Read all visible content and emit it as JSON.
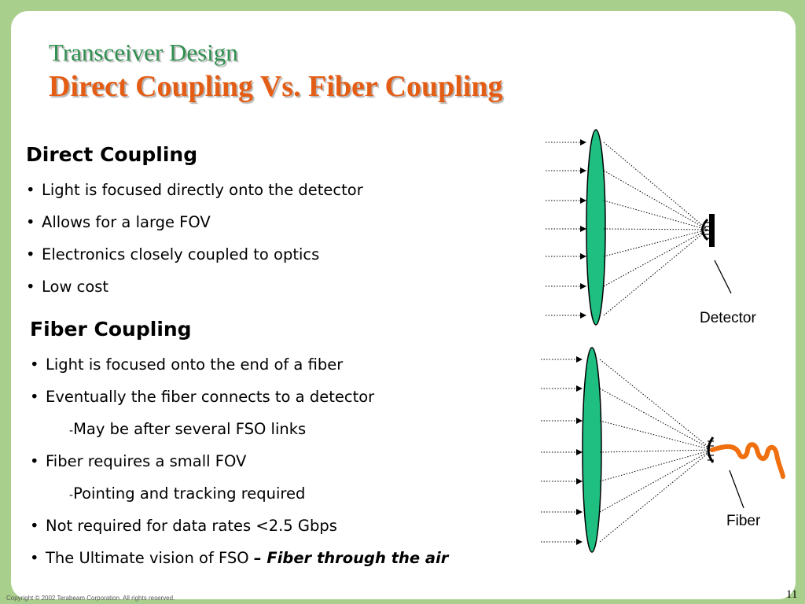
{
  "title": {
    "line1": "Transceiver Design",
    "line2": "Direct Coupling Vs. Fiber Coupling"
  },
  "direct": {
    "heading": "Direct Coupling",
    "bullets": [
      "Light is focused directly onto the detector",
      "Allows for a large FOV",
      "Electronics closely coupled to optics",
      "Low cost"
    ]
  },
  "fiber": {
    "heading": "Fiber Coupling",
    "bullet1": "Light is focused onto the end of a fiber",
    "bullet2": "Eventually the fiber connects to a detector",
    "sub1": "May be after several FSO links",
    "bullet3": "Fiber requires a small FOV",
    "sub2": "Pointing and tracking required",
    "bullet4": "Not required for data rates <2.5 Gbps",
    "bullet5_prefix": "The Ultimate vision of FSO ",
    "bullet5_emph": "– Fiber through the air"
  },
  "diagram": {
    "detector_label": "Detector",
    "fiber_label": "Fiber",
    "colors": {
      "lens": "#1fbf82",
      "fiber": "#f07010",
      "detector": "#000000"
    }
  },
  "footer": {
    "copyright": "Copyright © 2002 Terabeam Corporation. All rights reserved.",
    "page": "11"
  }
}
